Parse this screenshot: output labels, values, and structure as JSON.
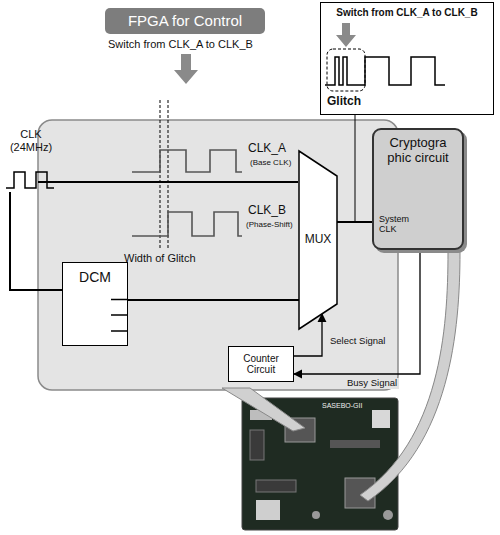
{
  "diagram": {
    "nodes": [
      {
        "text": [
          "FPGA for Control"
        ]
      },
      {
        "text": [
          "Switch from CLK_A to CLK_B",
          "Glitch"
        ]
      },
      {
        "text": [
          "DCM"
        ]
      },
      {
        "text": [
          "MUX"
        ]
      },
      {
        "text": [
          "Counter Circuit"
        ]
      },
      {
        "text": [
          "Cryptogra phic circuit",
          "System CLK"
        ]
      }
    ],
    "edges": [
      {
        "from": 2,
        "to": 3,
        "arrow": "none"
      },
      {
        "from": 3,
        "to": 5,
        "arrow": "none"
      },
      {
        "from": 4,
        "to": 3,
        "label": "Select Signal",
        "arrow": "to"
      },
      {
        "from": 5,
        "to": 4,
        "label": "Busy Signal",
        "arrow": "to"
      }
    ],
    "labels": [
      "CLK (24MHz)",
      "Switch from CLK_A to CLK_B",
      "CLK_A",
      "(Base CLK)",
      "CLK_B",
      "(Phase-Shift)",
      "Width of Glitch",
      "SASEBO-GII"
    ]
  }
}
